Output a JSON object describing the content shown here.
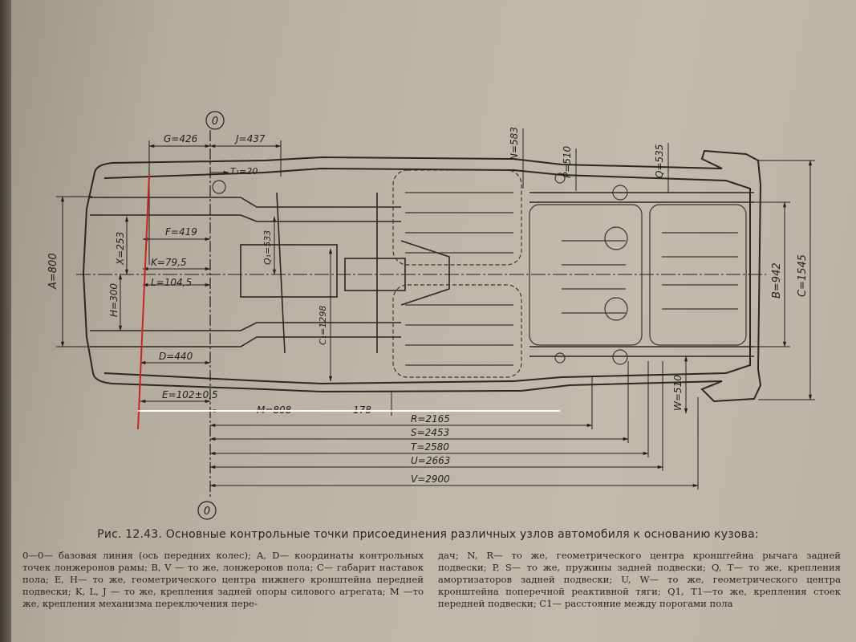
{
  "figure": {
    "caption": "Рис. 12.43. Основные контрольные точки присоединения различных узлов автомобиля к основанию кузова:",
    "legend_left": "0—0— базовая линия (ось передних колес); A, D— координаты контрольных точек лонжеронов рамы; B, V — то же, лонжеронов пола; C— габарит наставок пола; E, H— то же, геометрического центра нижнего кронштейна передней подвески; K, L, J — то же, крепления задней опоры силового агрегата; M —то же, крепления механизма переключения пере-",
    "legend_right": "дач; N, R— то же, геометрического центра кронштейна рычага задней подвески; P, S— то же, пружины задней подвески; Q, T— то же, крепления амортизаторов задней подвески; U, W— то же, геометрического центра кронштейна поперечной реактивной тяги; Q1, T1—то же, крепления стоек передней подвески; C1— расстояние между порогами пола"
  },
  "base_line": {
    "top_label": "0",
    "bottom_label": "0"
  },
  "dimensions": {
    "G": "G=426",
    "J": "J=437",
    "T1": "T₁=20",
    "N": "N=583",
    "P": "P=510",
    "Q": "Q=535",
    "F": "F=419",
    "X": "X=253",
    "K": "K=79,5",
    "L": "L=104,5",
    "H": "H=300",
    "Q1": "Q₁=533",
    "C1": "C₁=1298",
    "A": "A=800",
    "D": "D=440",
    "E": "E=102±0,5",
    "M": "M=808",
    "M2": "178",
    "R": "R=2165",
    "S": "S=2453",
    "T": "T=2580",
    "U": "U=2663",
    "V": "V=2900",
    "W": "W=510",
    "B": "B=942",
    "C": "C=1545"
  },
  "annotations": {
    "red_line_color": "#d0201a",
    "white_line_color": "#ffffff"
  }
}
